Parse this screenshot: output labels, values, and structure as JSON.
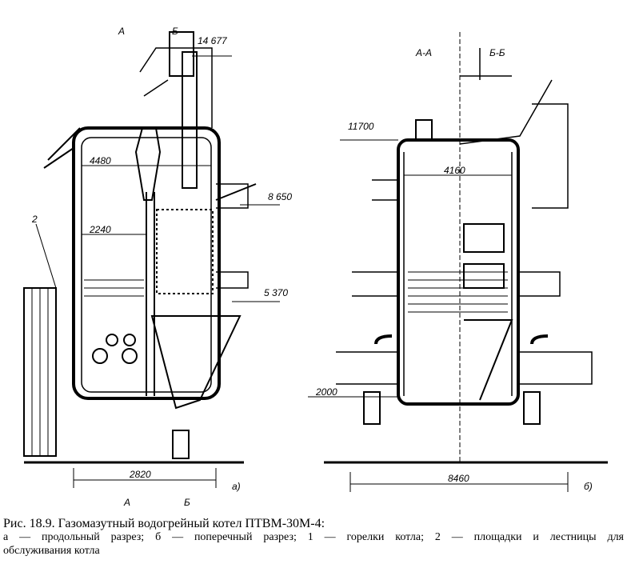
{
  "drawing_a": {
    "section_marks_top": [
      "А",
      "Б"
    ],
    "section_marks_bottom": [
      "А",
      "Б"
    ],
    "elevations": [
      "14 677",
      "8 650",
      "5 370"
    ],
    "dimensions": [
      "4480",
      "2240",
      "2820"
    ],
    "callout": "2",
    "view_label": "а)"
  },
  "drawing_b": {
    "section_titles": [
      "А-А",
      "Б-Б"
    ],
    "elevations": [
      "11700",
      "2000"
    ],
    "dimensions": [
      "4160",
      "8460"
    ],
    "view_label": "б)"
  },
  "caption": {
    "title": "Рис. 18.9. Газомазутный водогрейный котел ПТВМ-30М-4:",
    "line2": "а — продольный разрез; б — поперечный разрез; 1 — горелки котла; 2 — площадки и лестницы для",
    "line3": "обслуживания котла"
  }
}
